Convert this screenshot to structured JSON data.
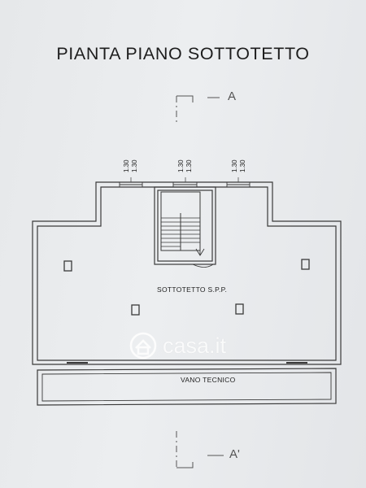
{
  "title": "PIANTA PIANO SOTTOTETTO",
  "labels": {
    "attic": "SOTTOTETTO S.P.P.",
    "technical": "VANO TECNICO",
    "section_top": "A",
    "section_bottom": "A'"
  },
  "dimensions": [
    "1.30",
    "1.30",
    "1.30",
    "1.30",
    "1.30",
    "1.30"
  ],
  "watermark": "casa.it",
  "colors": {
    "line": "#3a3a3a",
    "paper": "#e9ebee",
    "watermark": "#ffffff"
  }
}
